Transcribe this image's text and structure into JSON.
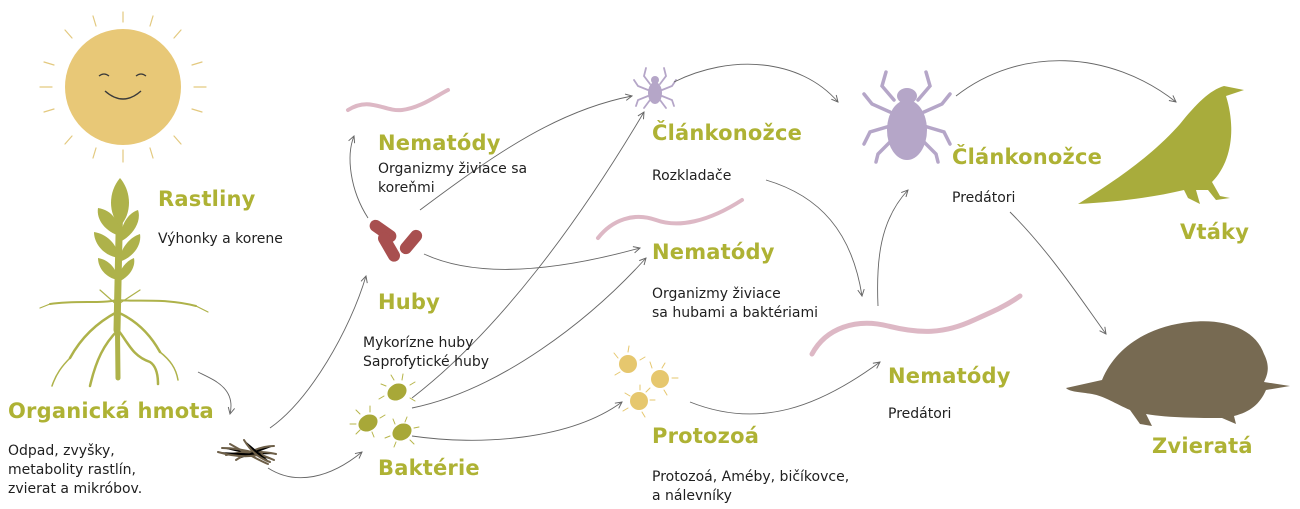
{
  "colors": {
    "title": "#aeb234",
    "text": "#1f1f1f",
    "sun": "#e8c877",
    "plant": "#aeb24a",
    "fungi": "#a84f4f",
    "bacteria": "#a8a838",
    "protozoa": "#e6c76e",
    "nematode": "#ddb8c5",
    "arthropod": "#b5a6c8",
    "bird": "#a8ac3c",
    "mole": "#776a52",
    "arrow": "#666666"
  },
  "nodes": {
    "rastliny": {
      "title": "Rastliny",
      "desc": "Výhonky a korene"
    },
    "organicka": {
      "title": "Organická hmota",
      "desc": "Odpad, zvyšky,\nmetabolity rastlín,\nzvierat a mikróbov."
    },
    "nematody1": {
      "title": "Nematódy",
      "desc": "Organizmy živiace sa\nkoreňmi"
    },
    "huby": {
      "title": "Huby",
      "desc": "Mykorízne huby\nSaprofytické huby"
    },
    "bakterie": {
      "title": "Baktérie"
    },
    "clankonozce1": {
      "title": "Článkonožce",
      "desc": "Rozkladače"
    },
    "nematody2": {
      "title": "Nematódy",
      "desc": "Organizmy živiace\nsa hubami a baktériami"
    },
    "protozoa": {
      "title": "Protozoá",
      "desc": "Protozoá, Améby, bičíkovce,\na nálevníky"
    },
    "clankonozce2": {
      "title": "Článkonožce",
      "desc": "Predátori"
    },
    "nematody3": {
      "title": "Nematódy",
      "desc": "Predátori"
    },
    "vtaky": {
      "title": "Vtáky"
    },
    "zvierata": {
      "title": "Zvieratá"
    }
  }
}
